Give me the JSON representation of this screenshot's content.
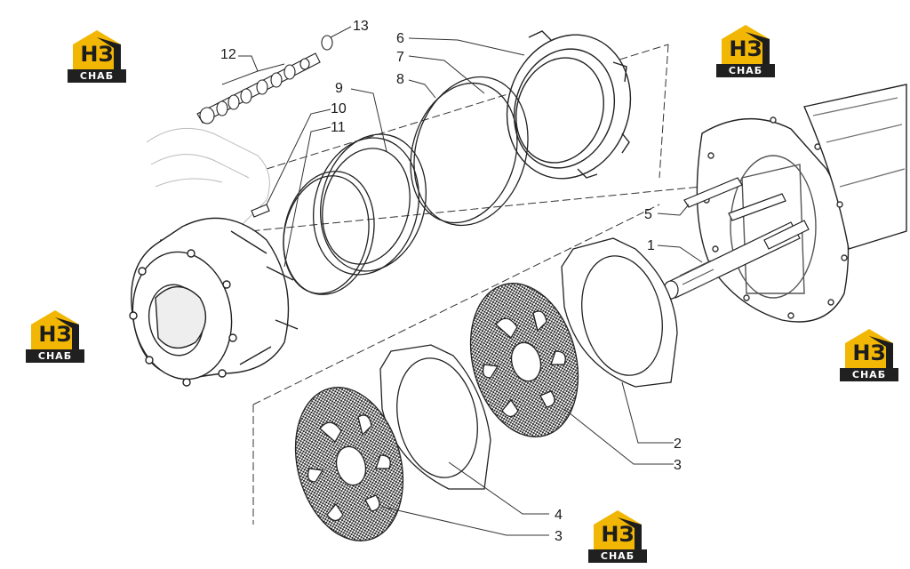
{
  "callouts": {
    "c1": "1",
    "c2": "2",
    "c3a": "3",
    "c3b": "3",
    "c4": "4",
    "c5": "5",
    "c6": "6",
    "c7": "7",
    "c8": "8",
    "c9": "9",
    "c10": "10",
    "c11": "11",
    "c12": "12",
    "c13": "13"
  },
  "watermark": {
    "monogram": "HЗ",
    "name": "СНАБ",
    "house_color": "#f2b705",
    "dark_color": "#1d1d1d"
  }
}
